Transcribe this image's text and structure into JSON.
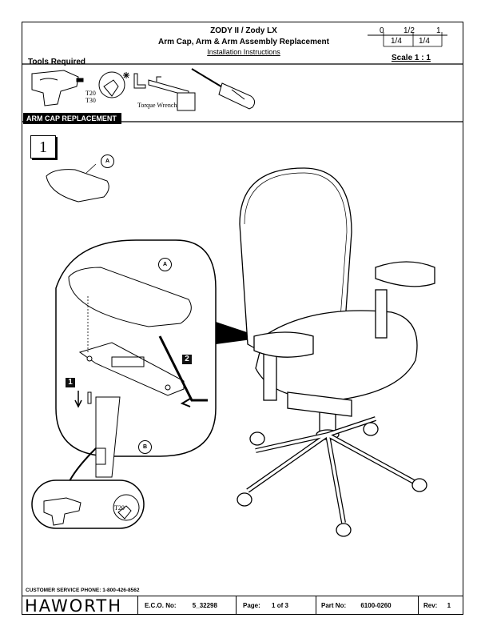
{
  "header": {
    "product": "ZODY II / Zody LX",
    "title": "Arm Cap, Arm & Arm Assembly Replacement",
    "subtitle": "Installation Instructions"
  },
  "scale": {
    "ticks_top": [
      "0",
      "1/2",
      "1"
    ],
    "ticks_bottom": [
      "1/4",
      "1/4"
    ],
    "label": "Scale 1 : 1"
  },
  "tools": {
    "label": "Tools Required",
    "bit_label_1": "T20",
    "bit_label_2": "T30",
    "torque_wrench_label": "Torque Wrench",
    "icons": [
      "drill-icon",
      "torx-bit-icon",
      "hex-key-icon",
      "torque-wrench-icon",
      "screwdriver-icon"
    ]
  },
  "section": {
    "title": "ARM CAP REPLACEMENT",
    "step_number": "1"
  },
  "callouts": {
    "part_a": "A",
    "part_a_detail": "A",
    "part_b": "B",
    "step_1": "1",
    "step_2": "2",
    "detail_bit_label": "T20"
  },
  "footer": {
    "phone": "CUSTOMER SERVICE PHONE: 1-800-426-8562",
    "logo": "HAWORTH",
    "eco_label": "E.C.O. No:",
    "eco_value": "5_32298",
    "page_label": "Page:",
    "page_value": "1 of 3",
    "part_label": "Part No:",
    "part_value": "6100-0260",
    "rev_label": "Rev:",
    "rev_value": "1"
  }
}
